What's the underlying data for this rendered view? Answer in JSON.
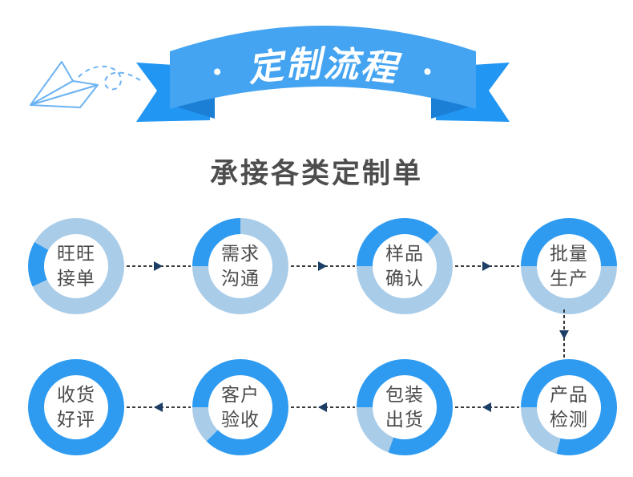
{
  "banner": {
    "left_dot": "•",
    "title": "定制流程",
    "right_dot": "•"
  },
  "heading": {
    "title": "承接各类定制单"
  },
  "steps": [
    {
      "label": "旺旺接单",
      "lines": [
        "旺旺",
        "接单"
      ],
      "start_deg": 245,
      "sweep_deg": 55
    },
    {
      "label": "需求沟通",
      "lines": [
        "需求",
        "沟通"
      ],
      "start_deg": 270,
      "sweep_deg": 90
    },
    {
      "label": "样品确认",
      "lines": [
        "样品",
        "确认"
      ],
      "start_deg": 270,
      "sweep_deg": 135
    },
    {
      "label": "批量生产",
      "lines": [
        "批量",
        "生产"
      ],
      "start_deg": 270,
      "sweep_deg": 180
    },
    {
      "label": "产品检测",
      "lines": [
        "产品",
        "检测"
      ],
      "start_deg": 270,
      "sweep_deg": 285
    },
    {
      "label": "包装出货",
      "lines": [
        "包装",
        "出货"
      ],
      "start_deg": 270,
      "sweep_deg": 290
    },
    {
      "label": "客户验收",
      "lines": [
        "客户",
        "验收"
      ],
      "start_deg": 270,
      "sweep_deg": 315
    },
    {
      "label": "收货好评",
      "lines": [
        "收货",
        "好评"
      ],
      "start_deg": 270,
      "sweep_deg": 360
    }
  ],
  "icons": {
    "arrow_right": "▶",
    "arrow_left": "◀",
    "arrow_down": "▼",
    "plane": "paper-plane-icon"
  },
  "colors": {
    "ring_bright_blue": "#2e9bf1",
    "ring_light_blue": "#a9cce9",
    "banner_band": "#45a4f1",
    "banner_tail": "#2196f3",
    "banner_fold": "#1b7fd6",
    "text_dark_gray": "#4a4a4a",
    "title_gray": "#4d4d4d",
    "arrow_dash": "#3a3a3a",
    "arrowhead_navy": "#1d3f66",
    "plane_stroke": "#6cb3f3",
    "banner_text": "#ffffff"
  }
}
